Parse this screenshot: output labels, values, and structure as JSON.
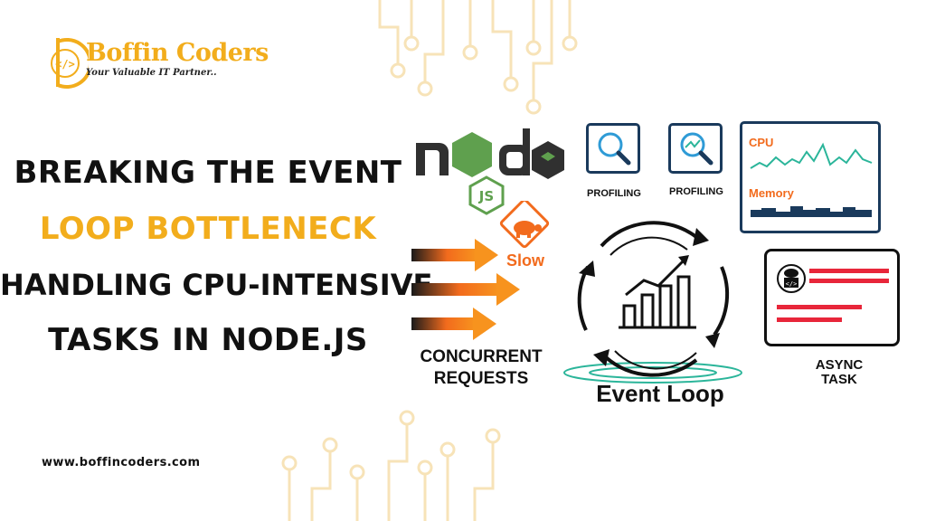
{
  "brand": {
    "name": "Boffin Coders",
    "tagline": "Your Valuable IT Partner.."
  },
  "headline": {
    "line1": "BREAKING THE EVENT",
    "line2": "LOOP BOTTLENECK",
    "line3": "HANDLING CPU-INTENSIVE",
    "line4": "TASKS IN NODE.JS"
  },
  "website": "www.boffincoders.com",
  "diagram": {
    "slow_label": "Slow",
    "concurrent_line1": "CONCURRENT",
    "concurrent_line2": "REQUESTS",
    "event_loop_label": "Event Loop",
    "profiling_label_1": "PROFILING",
    "profiling_label_2": "PROFILING",
    "cpu_label": "CPU",
    "memory_label": "Memory",
    "async_line1": "ASYNC",
    "async_line2": "TASK"
  },
  "colors": {
    "brand_gold": "#f2ad1c",
    "accent_orange": "#f26b1d",
    "navy": "#1a3a5c",
    "teal": "#2bb59a",
    "red": "#e8263a",
    "node_green": "#5fa04e"
  },
  "icons": [
    "code-icon",
    "node-logo",
    "turtle-icon",
    "search-icon",
    "cloud-code-icon",
    "chart-icon"
  ]
}
